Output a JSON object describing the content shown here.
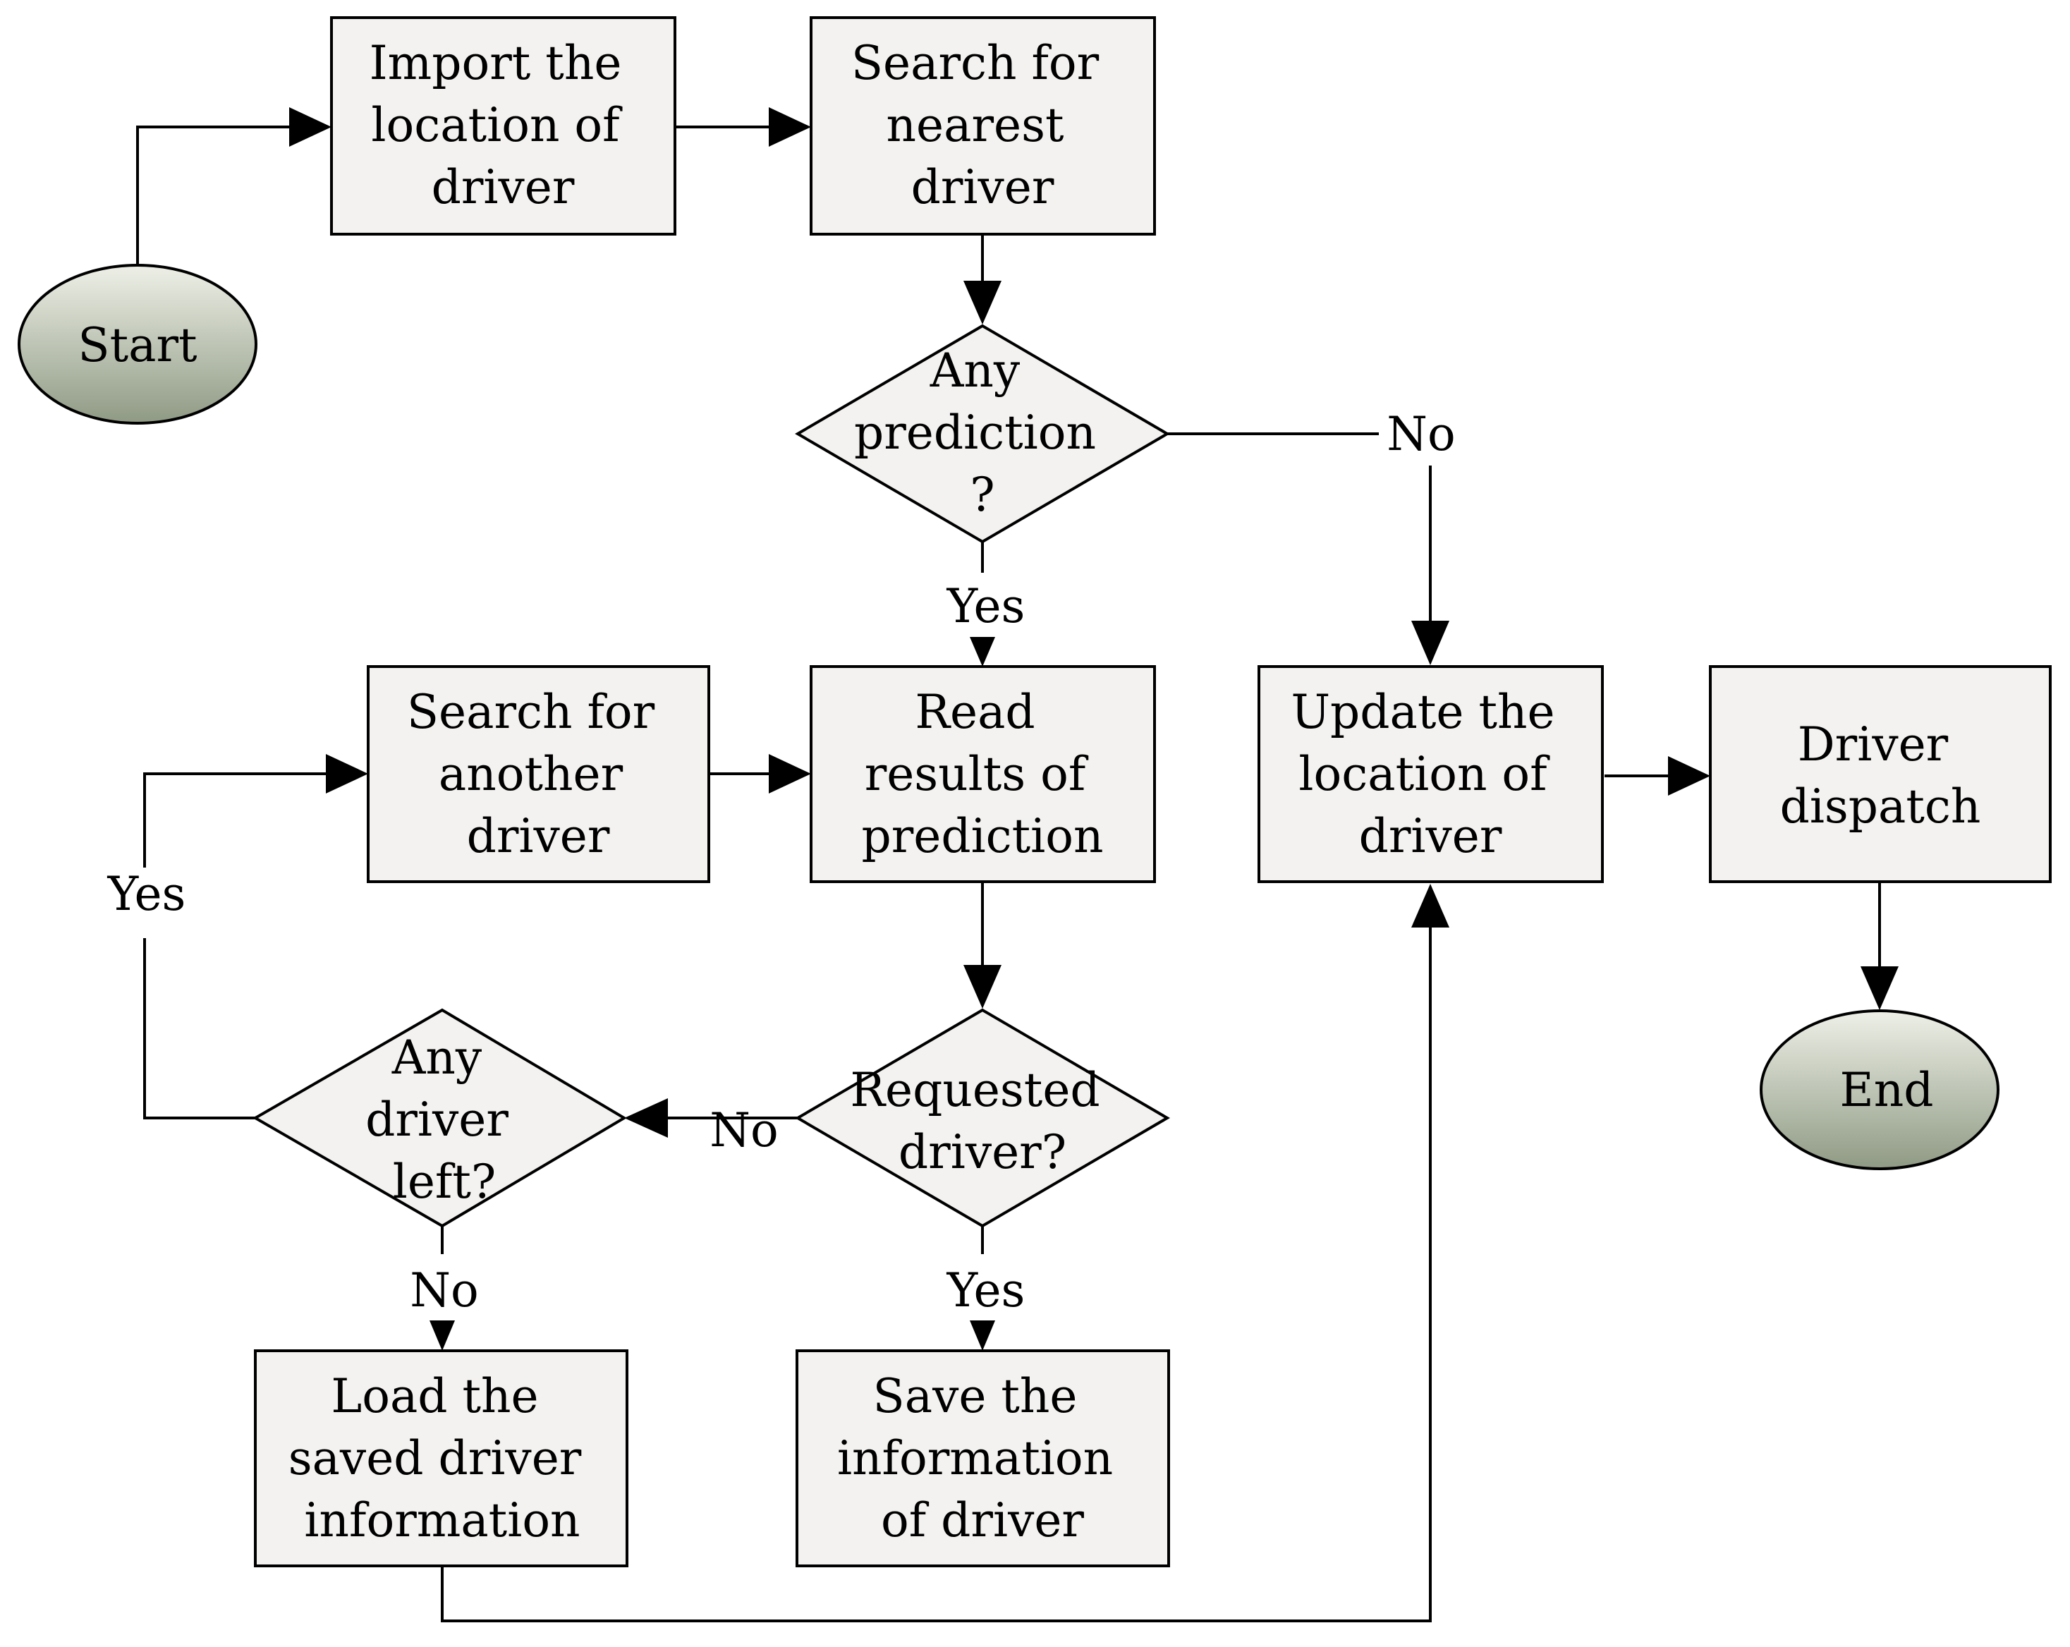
{
  "nodes": {
    "start": {
      "label": "Start"
    },
    "import_location": {
      "lines": [
        "Import the",
        "location of",
        "driver"
      ]
    },
    "search_nearest": {
      "lines": [
        "Search for",
        "nearest",
        "driver"
      ]
    },
    "any_prediction": {
      "lines": [
        "Any",
        "prediction",
        "?"
      ]
    },
    "read_results": {
      "lines": [
        "Read",
        "results of",
        "prediction"
      ]
    },
    "search_another": {
      "lines": [
        "Search for",
        "another",
        "driver"
      ]
    },
    "update_location": {
      "lines": [
        "Update the",
        "location of",
        "driver"
      ]
    },
    "driver_dispatch": {
      "lines": [
        "Driver",
        "dispatch"
      ]
    },
    "end": {
      "label": "End"
    },
    "requested_driver": {
      "lines": [
        "Requested",
        "driver?"
      ]
    },
    "any_driver_left": {
      "lines": [
        "Any",
        "driver",
        "left?"
      ]
    },
    "load_saved": {
      "lines": [
        "Load the",
        "saved driver",
        "information"
      ]
    },
    "save_info": {
      "lines": [
        "Save the",
        "information",
        "of driver"
      ]
    }
  },
  "edge_labels": {
    "prediction_no": "No",
    "prediction_yes": "Yes",
    "requested_no": "No",
    "requested_yes": "Yes",
    "left_yes": "Yes",
    "left_no": "No"
  },
  "colors": {
    "box_fill": "#f3f2f0",
    "terminal_top": "#eef0e7",
    "terminal_bottom": "#8f9a84",
    "stroke": "#000000"
  }
}
